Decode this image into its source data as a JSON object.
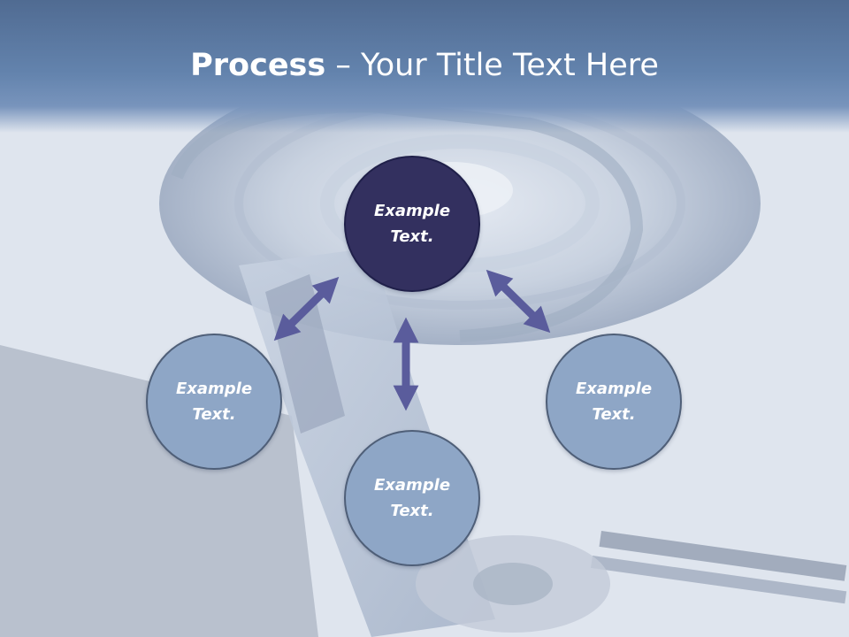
{
  "title": {
    "bold_part": "Process",
    "dash": " – ",
    "rest": "Your Title Text Here"
  },
  "nodes": {
    "top": {
      "line1": "Example",
      "line2": "Text."
    },
    "left": {
      "line1": "Example",
      "line2": "Text."
    },
    "bottom": {
      "line1": "Example",
      "line2": "Text."
    },
    "right": {
      "line1": "Example",
      "line2": "Text."
    }
  },
  "colors": {
    "center_node": "#33305f",
    "outer_node": "#8ea6c6",
    "arrow": "#5a5c9c",
    "header": "#6383ad"
  }
}
